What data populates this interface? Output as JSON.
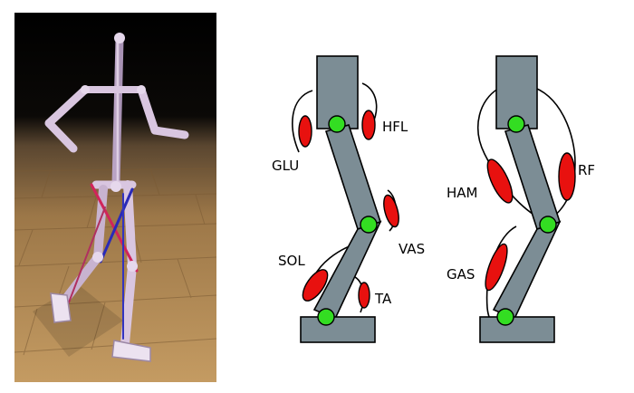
{
  "labels": {
    "hfl": "HFL",
    "glu": "GLU",
    "vas": "VAS",
    "sol": "SOL",
    "ta": "TA",
    "ham": "HAM",
    "rf": "RF",
    "gas": "GAS"
  },
  "colors": {
    "bone": "#7c8d95",
    "muscle": "#e8110f",
    "joint": "#33dd22",
    "floor": "#b78f57",
    "background": "#000000",
    "skeleton": "#dcc8e0"
  }
}
